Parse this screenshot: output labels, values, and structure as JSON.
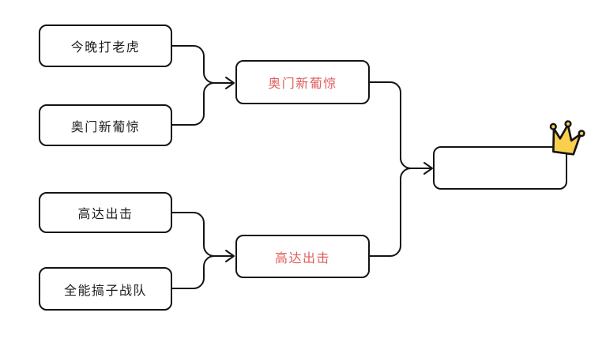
{
  "diagram": {
    "type": "tournament-bracket",
    "round1": [
      {
        "label": "今晚打老虎"
      },
      {
        "label": "奥门新葡惊"
      },
      {
        "label": "高达出击"
      },
      {
        "label": "全能搞子战队"
      }
    ],
    "semifinal_winners": [
      {
        "label": "奥门新葡惊"
      },
      {
        "label": "高达出击"
      }
    ],
    "final_winner": {
      "label": ""
    }
  },
  "icons": {
    "crown": "crown-icon"
  },
  "colors": {
    "background": "#ffffff",
    "box_border": "#141414",
    "round1_text": "#1d1d1d",
    "winner_text": "#e05c5c",
    "connector": "#141414",
    "crown_fill": "#f9cf4d",
    "crown_stroke": "#141414"
  }
}
